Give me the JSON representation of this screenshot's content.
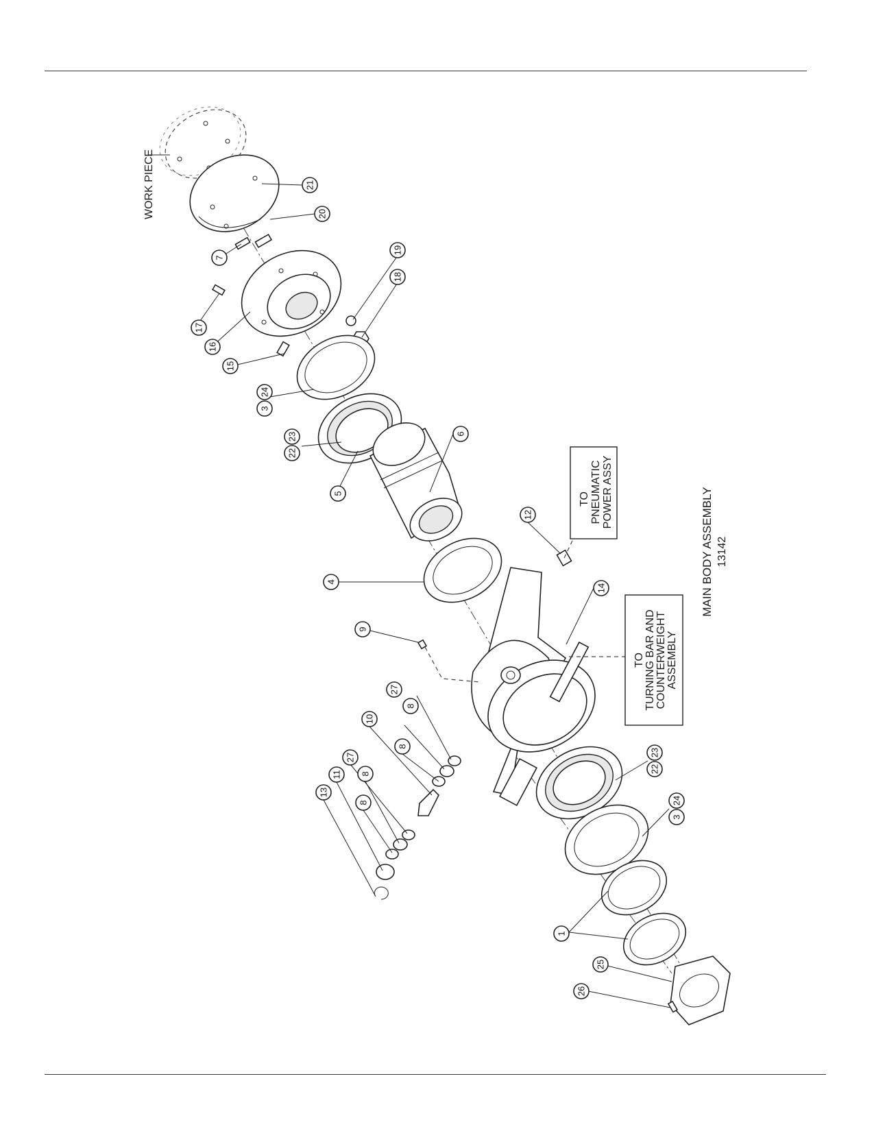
{
  "title": {
    "main": "MAIN BODY ASSEMBLY",
    "number": "13142"
  },
  "notes": {
    "work_piece": "WORK PIECE",
    "pneumatic_line1": "TO",
    "pneumatic_line2": "PNEUMATIC",
    "pneumatic_line3": "POWER ASSY",
    "turning_line1": "TO",
    "turning_line2": "TURNING BAR AND",
    "turning_line3": "COUNTERWEIGHT",
    "turning_line4": "ASSEMBLY"
  },
  "callouts": {
    "c21": "21",
    "c20": "20",
    "c7": "7",
    "c19": "19",
    "c18": "18",
    "c17": "17",
    "c16": "16",
    "c15": "15",
    "c3a": "3",
    "c24a": "24",
    "c22a": "22",
    "c23a": "23",
    "c6": "6",
    "c5": "5",
    "c12": "12",
    "c4": "4",
    "c14": "14",
    "c9": "9",
    "c27a": "27",
    "c8a": "8",
    "c10": "10",
    "c8b": "8",
    "c27b": "27",
    "c8c": "8",
    "c11": "11",
    "c8d": "8",
    "c13": "13",
    "c22b": "22",
    "c23b": "23",
    "c3b": "3",
    "c24b": "24",
    "c1": "1",
    "c25": "25",
    "c26": "26"
  }
}
